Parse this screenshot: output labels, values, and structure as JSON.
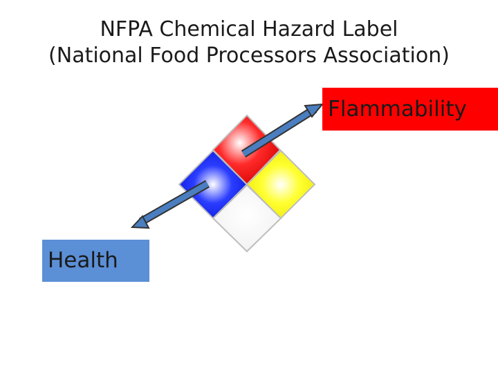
{
  "title": {
    "line1": "NFPA Chemical Hazard Label",
    "line2": "(National Food Processors Association)"
  },
  "labels": {
    "flammability": "Flammability",
    "health": "Health"
  },
  "colors": {
    "flammability": "#ff0000",
    "health": "#5b8fd6",
    "instability": "#ffff00",
    "special": "#ffffff",
    "arrow": "#4a7ec0"
  }
}
